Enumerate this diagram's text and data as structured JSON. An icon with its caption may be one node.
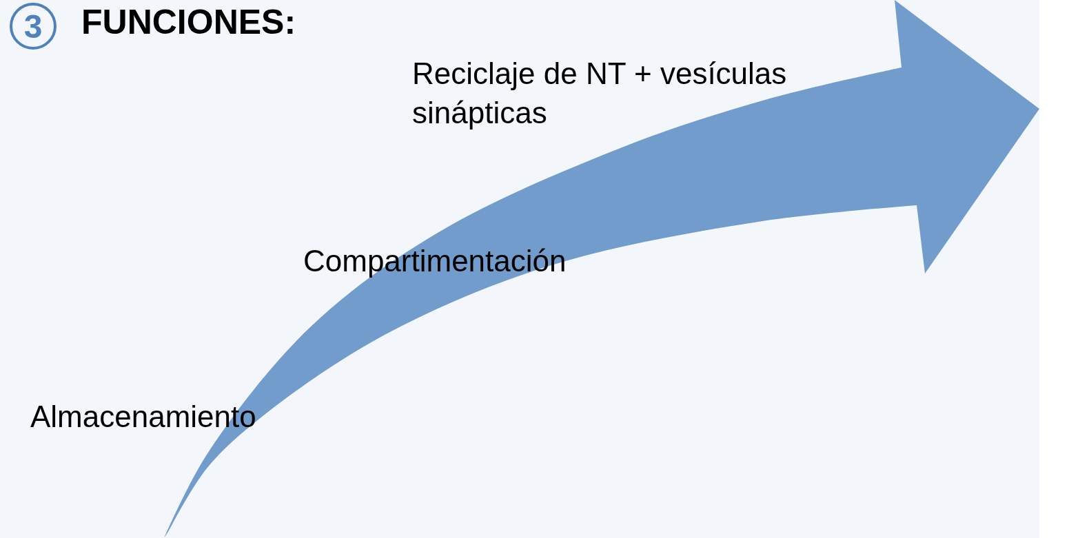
{
  "diagram": {
    "title": "FUNCIONES:",
    "labels": [
      "3",
      "Reciclaje de NT + vesículas sinápticas",
      "Compartimentación",
      "Almacenamiento"
    ]
  }
}
